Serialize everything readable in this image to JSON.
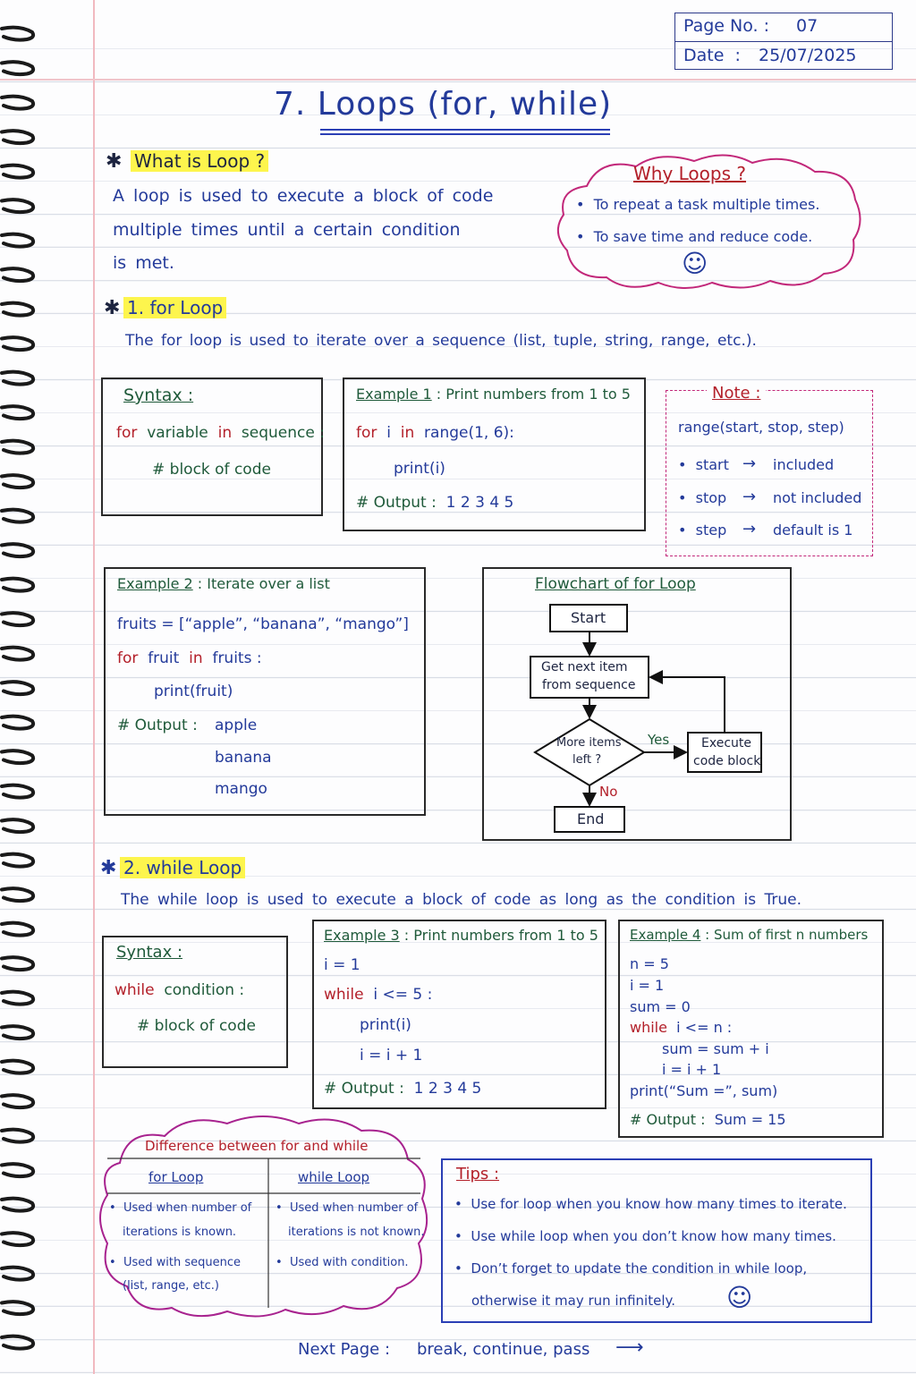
{
  "header": {
    "page_label": "Page No.",
    "page_value": "07",
    "date_label": "Date",
    "date_value": "25/07/2025"
  },
  "title": "7.  Loops (for, while)",
  "what": {
    "heading": "What is Loop ?",
    "lines": [
      "A loop is used to execute a block of code",
      "multiple times until a certain condition",
      "is met."
    ]
  },
  "why": {
    "heading": "Why Loops ?",
    "items": [
      "To repeat a task multiple times.",
      "To save time and reduce code."
    ]
  },
  "for_section": {
    "heading": "1. for Loop",
    "desc": "The for loop is used to iterate over a sequence (list, tuple, string, range, etc.)."
  },
  "syntax1": {
    "title": "Syntax :",
    "kw_for": "for",
    "mid": "variable",
    "kw_in": "in",
    "end": "sequence :",
    "comment": "#  block  of  code"
  },
  "ex1": {
    "title": "Example 1",
    "subtitle": ": Print numbers from 1 to 5",
    "kw_for": "for",
    "var": "i",
    "kw_in": "in",
    "rng": "range(1, 6):",
    "print": "print(i)",
    "out_label": "#  Output :",
    "out": "1  2  3  4  5"
  },
  "note": {
    "title": "Note :",
    "sig": "range(start, stop, step)",
    "items": [
      {
        "k": "start",
        "v": "included"
      },
      {
        "k": "stop",
        "v": "not  included"
      },
      {
        "k": "step",
        "v": "default  is  1"
      }
    ]
  },
  "ex2": {
    "title": "Example 2",
    "subtitle": ": Iterate over a list",
    "assign": "fruits = [“apple”, “banana”, “mango”]",
    "kw_for": "for",
    "var": "fruit",
    "kw_in": "in",
    "iter": "fruits :",
    "print": "print(fruit)",
    "out_label": "#  Output :",
    "outs": [
      "apple",
      "banana",
      "mango"
    ]
  },
  "flow": {
    "title": "Flowchart of for Loop",
    "start": "Start",
    "get1": "Get  next  item",
    "get2": "from  sequence",
    "dec1": "More items",
    "dec2": "left ?",
    "yes": "Yes",
    "no": "No",
    "exec1": "Execute",
    "exec2": "code block",
    "end": "End"
  },
  "while_section": {
    "heading": "2. while Loop",
    "desc": "The while loop is used to execute a block of code as long as the condition is True."
  },
  "syntax2": {
    "title": "Syntax :",
    "kw_while": "while",
    "cond": "condition :",
    "comment": "#  block  of  code"
  },
  "ex3": {
    "title": "Example 3",
    "subtitle": ": Print numbers from 1 to 5",
    "l1": "i  =  1",
    "kw_while": "while",
    "cond": "i  <=  5 :",
    "print": "print(i)",
    "incr": "i  =  i  +  1",
    "out_label": "#  Output :",
    "out": "1  2  3  4  5"
  },
  "ex4": {
    "title": "Example 4",
    "subtitle": ": Sum of first n numbers",
    "l1": "n  =  5",
    "l2": "i  =  1",
    "l3": "sum  =  0",
    "kw_while": "while",
    "cond": "i  <=  n :",
    "l5": "sum  =  sum  +  i",
    "l6": "i  =  i  +  1",
    "l7": "print(“Sum =”, sum)",
    "out_label": "#  Output :",
    "out": "Sum  =  15"
  },
  "diff": {
    "title": "Difference between for and while",
    "col1": "for Loop",
    "col2": "while Loop",
    "c1": [
      "Used  when  number  of",
      "iterations  is  known.",
      "Used  with  sequence",
      "(list,  range,  etc.)"
    ],
    "c2": [
      "Used  when  number  of",
      "iterations  is  not  known.",
      "Used  with  condition."
    ]
  },
  "tips": {
    "title": "Tips :",
    "items": [
      "Use  for  loop  when  you  know  how  many  times  to  iterate.",
      "Use  while  loop  when  you  don’t  know  how  many  times.",
      "Don’t  forget  to  update  the  condition  in  while  loop,"
    ],
    "cont": "otherwise  it  may  run  infinitely."
  },
  "footer": {
    "label": "Next  Page :",
    "topics": "break,  continue,  pass",
    "arrow": "⟶"
  }
}
